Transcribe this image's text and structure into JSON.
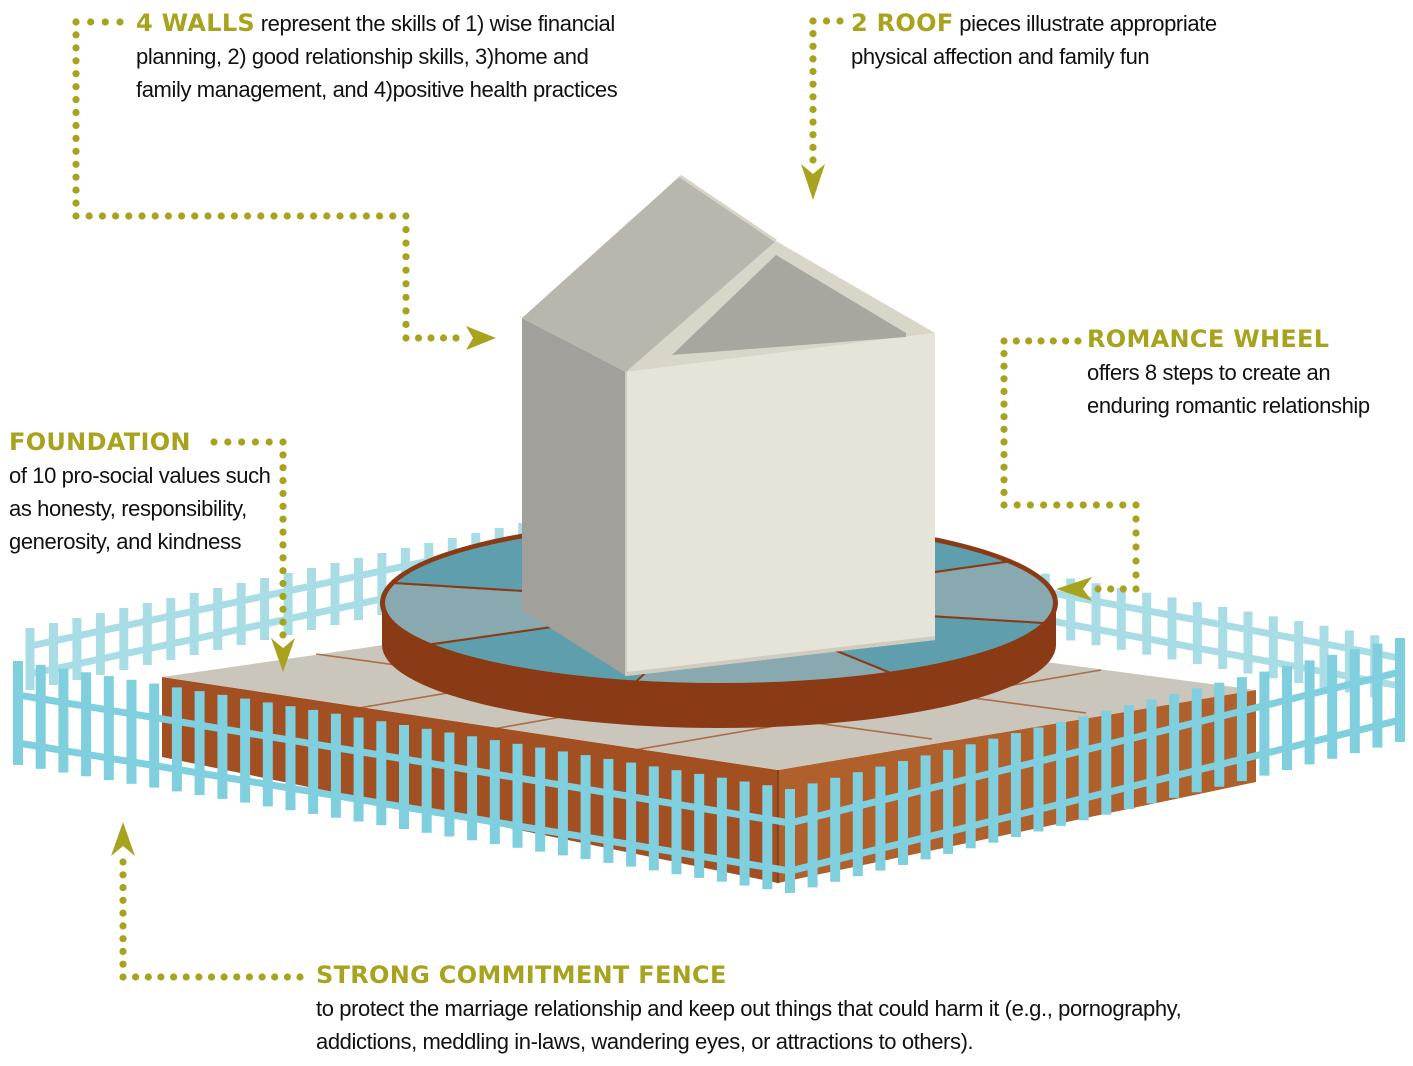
{
  "colors": {
    "accent": "#a8a31e",
    "fence": "#7fcfdf",
    "fence_back": "#a9dde6",
    "foundation_front": "#a24f21",
    "foundation_top": "#cbc6bb",
    "wheel_rim": "#8a3a14",
    "wheel_slice_a": "#5f9fad",
    "wheel_slice_b": "#89a9b0",
    "wall_left": "#a1a09a",
    "wall_front": "#e6e3d9",
    "roof": "#b8b6ad"
  },
  "walls": {
    "heading": "4 WALLS",
    "line1": "represent the skills of 1) wise financial",
    "line2": "planning, 2) good relationship skills, 3)home and",
    "line3": "family management, and 4)positive health practices"
  },
  "roof": {
    "heading": "2 ROOF",
    "line1": "pieces illustrate appropriate",
    "line2": "physical affection and family fun"
  },
  "wheel": {
    "heading": "ROMANCE WHEEL",
    "line1": "offers 8 steps to create an",
    "line2": "enduring romantic relationship"
  },
  "foundation": {
    "heading": "FOUNDATION",
    "line1": "of 10 pro-social values such",
    "line2": "as honesty, responsibility,",
    "line3": "generosity, and kindness"
  },
  "fence": {
    "heading": "STRONG COMMITMENT FENCE",
    "line1": "to protect the marriage relationship and keep out things that could harm it (e.g., pornography,",
    "line2": "addictions, meddling in-laws, wandering eyes, or attractions to others)."
  }
}
